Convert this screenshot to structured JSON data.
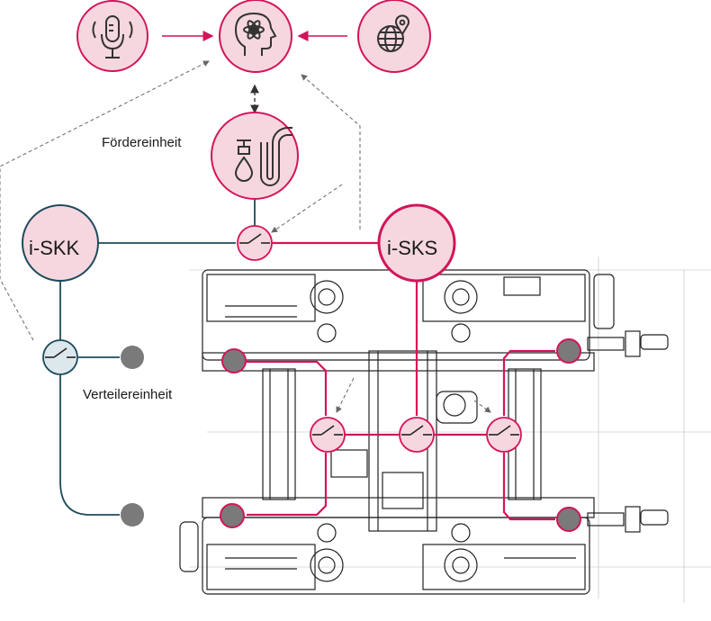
{
  "labels": {
    "foerdereinheit": "Fördereinheit",
    "verteilereinheit": "Verteilereinheit",
    "iskk": "i-SKK",
    "isks": "i-SKS"
  },
  "icons": {
    "microphone": "microphone-icon",
    "ai_head": "ai-head-icon",
    "globe_location": "globe-location-icon",
    "pump": "pump-icon"
  },
  "colors": {
    "accent": "#d4145a",
    "node_fill": "#f6d7df",
    "teal": "#1e4a5c",
    "outlet": "#7a7a7a",
    "drawing": "#222222"
  }
}
